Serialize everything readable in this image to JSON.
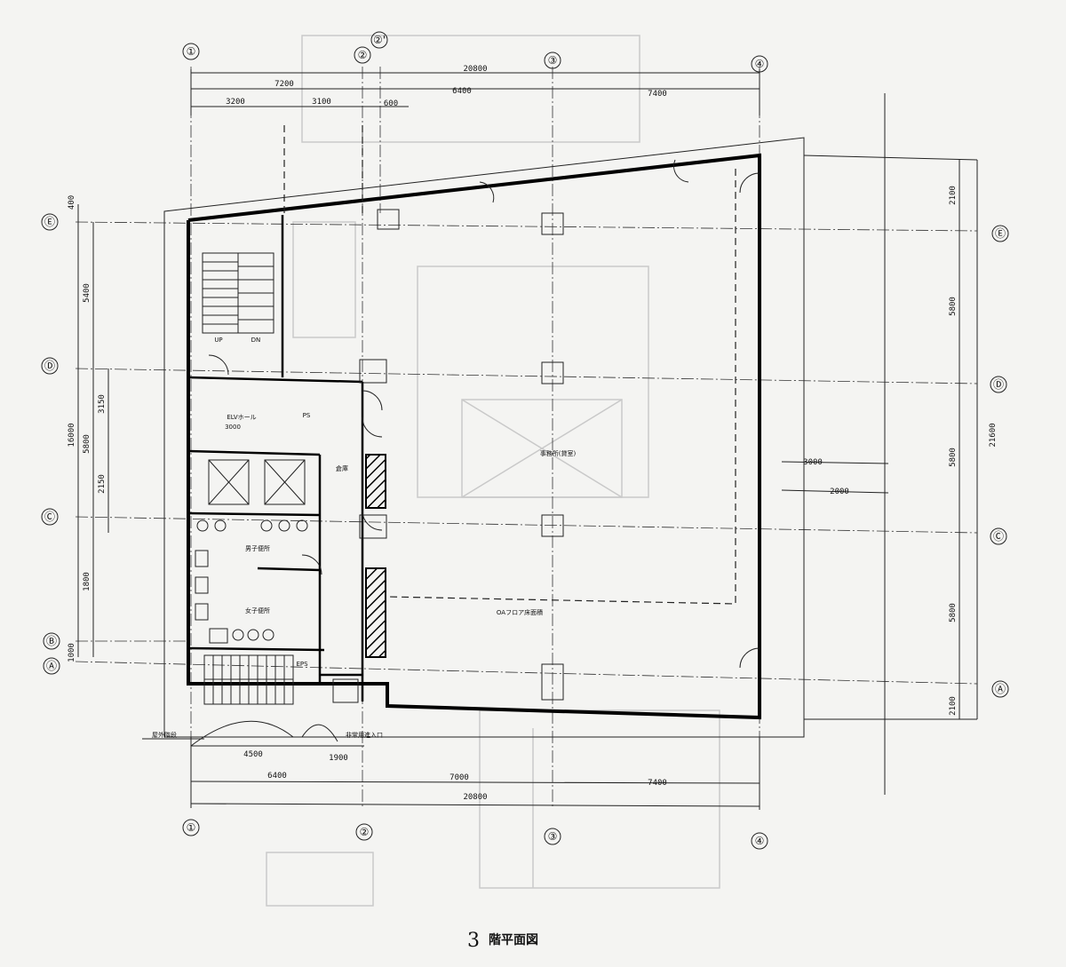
{
  "title": {
    "number": "3",
    "text": "階平面図"
  },
  "grid_top": [
    "①",
    "②",
    "②'",
    "③",
    "④"
  ],
  "grid_bottom": [
    "①",
    "②",
    "③",
    "④"
  ],
  "grid_left": [
    "Ⓔ",
    "Ⓓ",
    "Ⓒ",
    "Ⓑ",
    "Ⓐ"
  ],
  "grid_right": [
    "Ⓔ",
    "Ⓓ",
    "Ⓒ",
    "Ⓐ"
  ],
  "dims_top": {
    "overall": "20800",
    "row1": [
      "7200",
      "6400",
      "7400"
    ],
    "row2": [
      "3200",
      "3100",
      "600"
    ]
  },
  "dims_bottom": {
    "row1": [
      "4500",
      "1900"
    ],
    "row2": [
      "6400",
      "7000",
      "7400"
    ],
    "overall": "20800"
  },
  "dims_left": {
    "top": "400",
    "overall": "16000",
    "a": "5400",
    "b": "5800",
    "b1": "3150",
    "b2": "2150",
    "c": "1800",
    "d": "1000"
  },
  "dims_right": {
    "overall": "21600",
    "a": "2100",
    "b": "5800",
    "c": "5800",
    "d": "5800",
    "e": "2100",
    "inner1": "3000",
    "inner2": "2000"
  },
  "rooms": {
    "elevator_hall": "ELVホール",
    "elevator_dim": "3000",
    "office": "事務所(貸室)",
    "toilet_m": "男子便所",
    "toilet_w": "女子便所",
    "storage": "倉庫",
    "ps": "PS",
    "eps": "EPS",
    "up": "UP",
    "dn": "DN"
  },
  "notes": {
    "access_floor": "OAフロア床面積",
    "bottom_note": "非常用進入口",
    "stair_note": "屋外階段"
  }
}
